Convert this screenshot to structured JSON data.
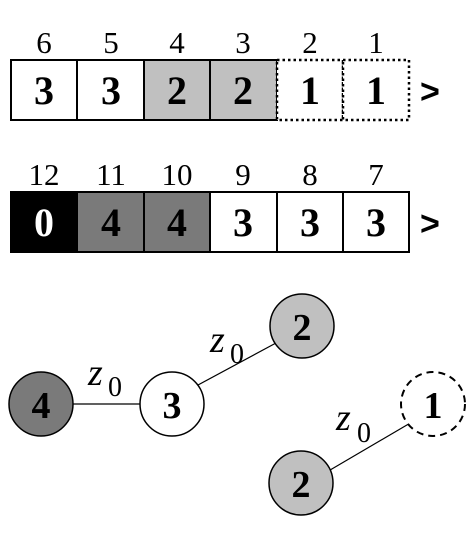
{
  "colors": {
    "white": "#ffffff",
    "light_gray": "#c0c0c0",
    "dark_gray": "#7a7a7a",
    "black": "#000000"
  },
  "top_row": {
    "comparator": ">",
    "cells": [
      {
        "index": "6",
        "value": "3",
        "fill": "white",
        "border": "solid"
      },
      {
        "index": "5",
        "value": "3",
        "fill": "white",
        "border": "solid"
      },
      {
        "index": "4",
        "value": "2",
        "fill": "light_gray",
        "border": "solid"
      },
      {
        "index": "3",
        "value": "2",
        "fill": "light_gray",
        "border": "solid"
      },
      {
        "index": "2",
        "value": "1",
        "fill": "white",
        "border": "dotted"
      },
      {
        "index": "1",
        "value": "1",
        "fill": "white",
        "border": "dotted"
      }
    ]
  },
  "bottom_row": {
    "comparator": ">",
    "cells": [
      {
        "index": "12",
        "value": "0",
        "fill": "black",
        "border": "solid"
      },
      {
        "index": "11",
        "value": "4",
        "fill": "dark_gray",
        "border": "solid"
      },
      {
        "index": "10",
        "value": "4",
        "fill": "dark_gray",
        "border": "solid"
      },
      {
        "index": "9",
        "value": "3",
        "fill": "white",
        "border": "solid"
      },
      {
        "index": "8",
        "value": "3",
        "fill": "white",
        "border": "solid"
      },
      {
        "index": "7",
        "value": "3",
        "fill": "white",
        "border": "solid"
      }
    ]
  },
  "graph": {
    "edge_label_main": "z",
    "edge_label_sub": "0",
    "nodes": {
      "n4": {
        "value": "4",
        "fill": "dark_gray",
        "border": "solid"
      },
      "n3": {
        "value": "3",
        "fill": "white",
        "border": "solid"
      },
      "n2a": {
        "value": "2",
        "fill": "light_gray",
        "border": "solid"
      },
      "n2b": {
        "value": "2",
        "fill": "light_gray",
        "border": "solid"
      },
      "n1": {
        "value": "1",
        "fill": "white",
        "border": "dashed"
      }
    }
  }
}
